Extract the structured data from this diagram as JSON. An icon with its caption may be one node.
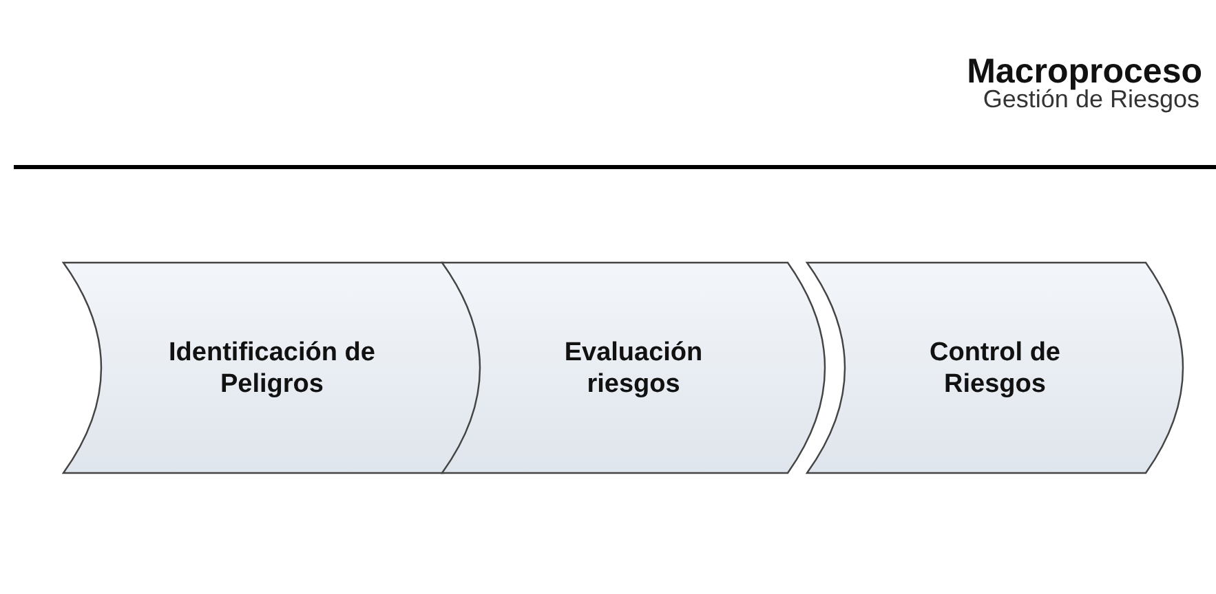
{
  "diagram": {
    "title": "Macroproceso",
    "nodes": [
      {
        "text": [
          "Identificación de Peligros"
        ]
      },
      {
        "text": [
          "Evaluación riesgos"
        ]
      },
      {
        "text": [
          "Control de Riesgos"
        ]
      }
    ],
    "labels": [
      "Gestión de Riesgos"
    ]
  }
}
